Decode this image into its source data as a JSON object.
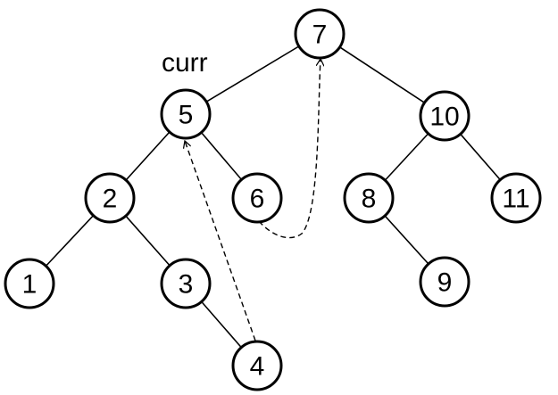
{
  "tree": {
    "nodes": [
      {
        "id": "n7",
        "label": "7"
      },
      {
        "id": "n5",
        "label": "5"
      },
      {
        "id": "n10",
        "label": "10"
      },
      {
        "id": "n2",
        "label": "2"
      },
      {
        "id": "n6",
        "label": "6"
      },
      {
        "id": "n8",
        "label": "8"
      },
      {
        "id": "n11",
        "label": "11"
      },
      {
        "id": "n1",
        "label": "1"
      },
      {
        "id": "n3",
        "label": "3"
      },
      {
        "id": "n9",
        "label": "9"
      },
      {
        "id": "n4",
        "label": "4"
      }
    ],
    "edges": [
      {
        "from": "7",
        "to": "5"
      },
      {
        "from": "7",
        "to": "10"
      },
      {
        "from": "5",
        "to": "2"
      },
      {
        "from": "5",
        "to": "6"
      },
      {
        "from": "10",
        "to": "8"
      },
      {
        "from": "10",
        "to": "11"
      },
      {
        "from": "2",
        "to": "1"
      },
      {
        "from": "2",
        "to": "3"
      },
      {
        "from": "8",
        "to": "9"
      },
      {
        "from": "3",
        "to": "4"
      }
    ],
    "threads": [
      {
        "from": "4",
        "to": "5",
        "style": "dashed"
      },
      {
        "from": "6",
        "to": "7",
        "style": "dashed"
      }
    ]
  },
  "pointer_label": "curr"
}
